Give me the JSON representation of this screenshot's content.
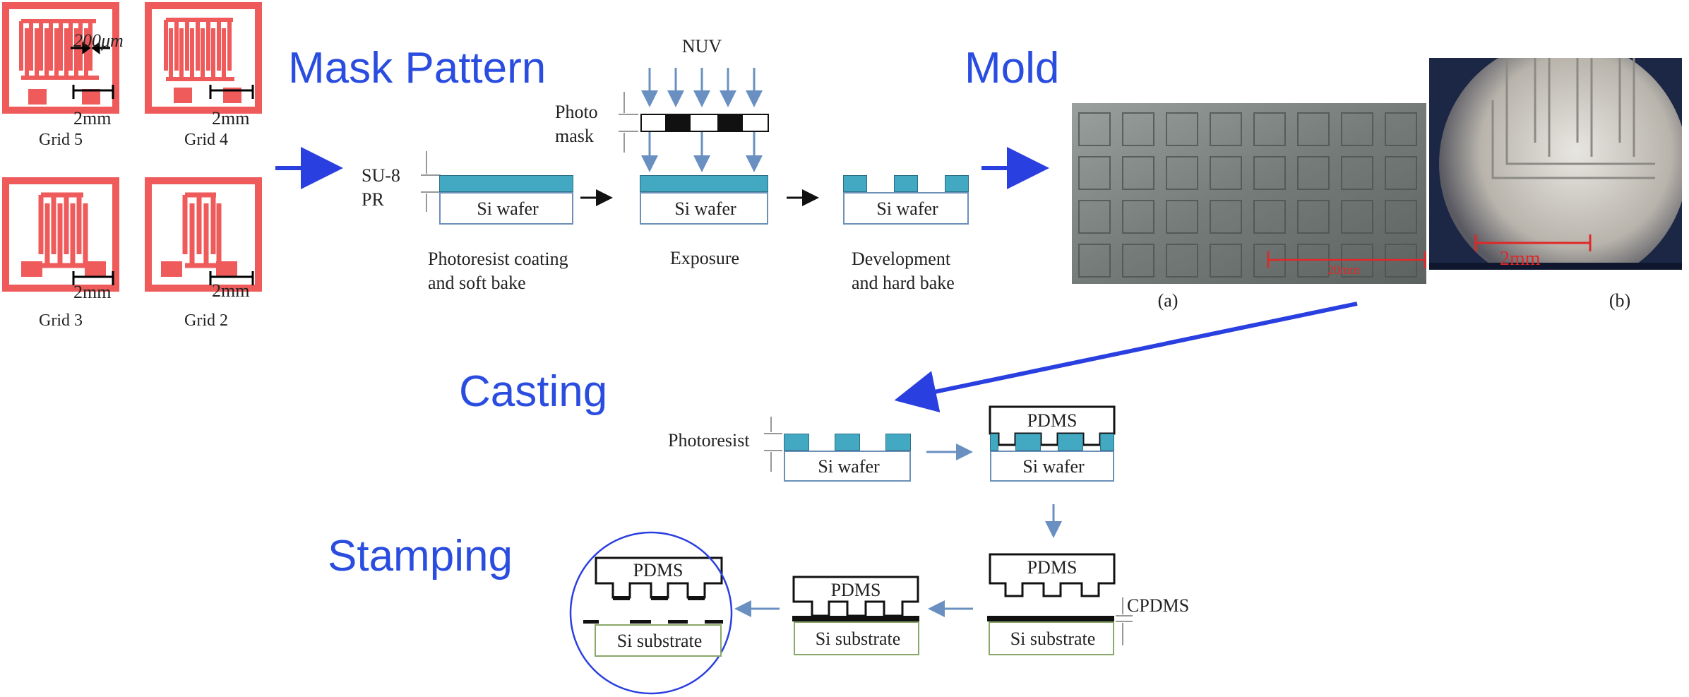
{
  "titles": {
    "mask_pattern": "Mask Pattern",
    "mold": "Mold",
    "casting": "Casting",
    "stamping": "Stamping"
  },
  "mask_grids": [
    {
      "name": "Grid 5",
      "scale": "2mm",
      "pitch": "200μm"
    },
    {
      "name": "Grid 4",
      "scale": "2mm"
    },
    {
      "name": "Grid 3",
      "scale": "2mm"
    },
    {
      "name": "Grid 2",
      "scale": "2mm"
    }
  ],
  "mold_process": {
    "nuv": "NUV",
    "photo_mask": "Photo\nmask",
    "su8": "SU-8\nPR",
    "wafer": "Si wafer",
    "steps": [
      "Photoresist coating\nand soft bake",
      "Exposure",
      "Development\nand hard bake"
    ]
  },
  "mold_photos": {
    "a_label": "(a)",
    "a_scale": "20mm",
    "b_label": "(b)",
    "b_scale": "2mm"
  },
  "casting": {
    "photoresist": "Photoresist",
    "wafer": "Si wafer",
    "pdms": "PDMS"
  },
  "stamping": {
    "pdms": "PDMS",
    "substrate": "Si substrate",
    "cpdms": "CPDMS"
  },
  "colors": {
    "title_blue": "#2a4de0",
    "mask_red": "#ef5b5b",
    "resist_teal": "#43a8c2",
    "flow_arrow": "#6a90c2",
    "substrate_green": "#8aa86a"
  }
}
